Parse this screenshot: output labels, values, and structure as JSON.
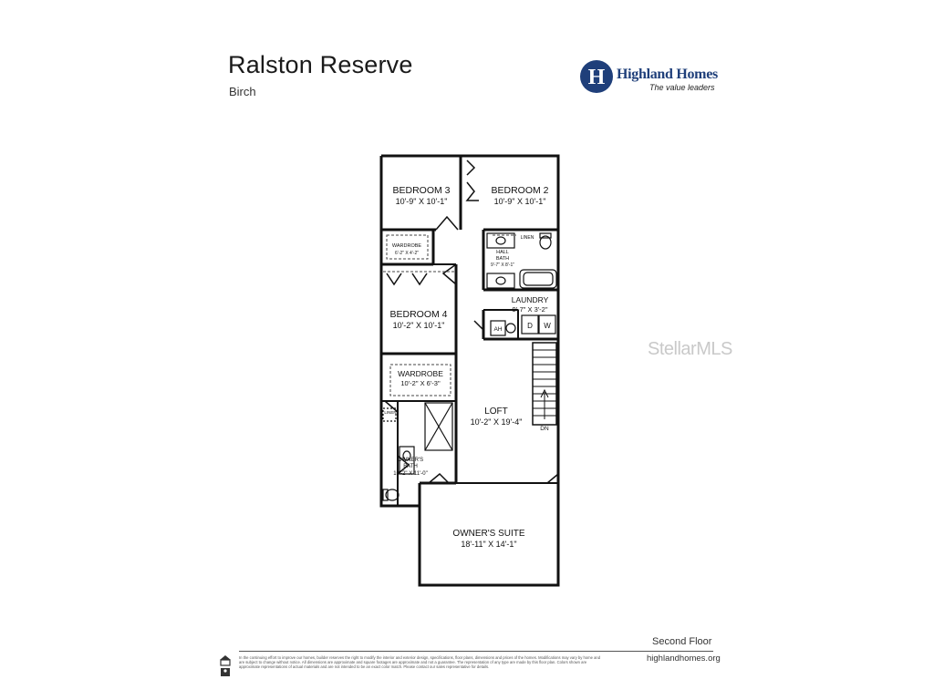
{
  "header": {
    "title": "Ralston Reserve",
    "subtitle": "Birch"
  },
  "brand": {
    "name": "Highland Homes",
    "tagline": "The value leaders",
    "monogram": "H",
    "color": "#1f3f7a"
  },
  "watermark": "StellarMLS",
  "rooms": {
    "bedroom3": {
      "name": "BEDROOM 3",
      "size": "10'-9\" X 10'-1\""
    },
    "bedroom2": {
      "name": "BEDROOM 2",
      "size": "10'-9\" X 10'-1\""
    },
    "wardrobe_small": {
      "name": "WARDROBE",
      "size": "6'-2\" X 4'-2\""
    },
    "linen_top": {
      "name": "LINEN"
    },
    "hall_bath": {
      "name": "HALL",
      "name2": "BATH",
      "size": "9'-7\" X 8'-1\""
    },
    "laundry": {
      "name": "LAUNDRY",
      "size": "9'-7\" X 3'-2\""
    },
    "ah": {
      "name": "AH"
    },
    "dryer": {
      "name": "D"
    },
    "washer": {
      "name": "W"
    },
    "bedroom4": {
      "name": "BEDROOM 4",
      "size": "10'-2\" X 10'-1\""
    },
    "wardrobe": {
      "name": "WARDROBE",
      "size": "10'-2\" X 6'-3\""
    },
    "linen_bottom": {
      "name": "LINEN"
    },
    "loft": {
      "name": "LOFT",
      "size": "10'-2\" X 19'-4\""
    },
    "stairs": {
      "label": "DN"
    },
    "owners_bath": {
      "name": "OWNER'S",
      "name2": "BATH",
      "size": "10'-2\" X 11'-0\""
    },
    "owners_suite": {
      "name": "OWNER'S SUITE",
      "size": "18'-11\" X 14'-1\""
    }
  },
  "footer": {
    "floor": "Second Floor",
    "url": "highlandhomes.org",
    "disclaimer": "In the continuing effort to improve our homes, builder reserves the right to modify the interior and exterior design, specifications, floor plans, dimensions and prices of the homes. Modifications may vary by home and are subject to change without notice. All dimensions are approximate and square footages are approximate and not a guarantee. The representation of any type are made by this floor plan. Colors shown are approximate representations of actual materials and are not intended to be an exact color match. Please contact our sales representative for details."
  }
}
